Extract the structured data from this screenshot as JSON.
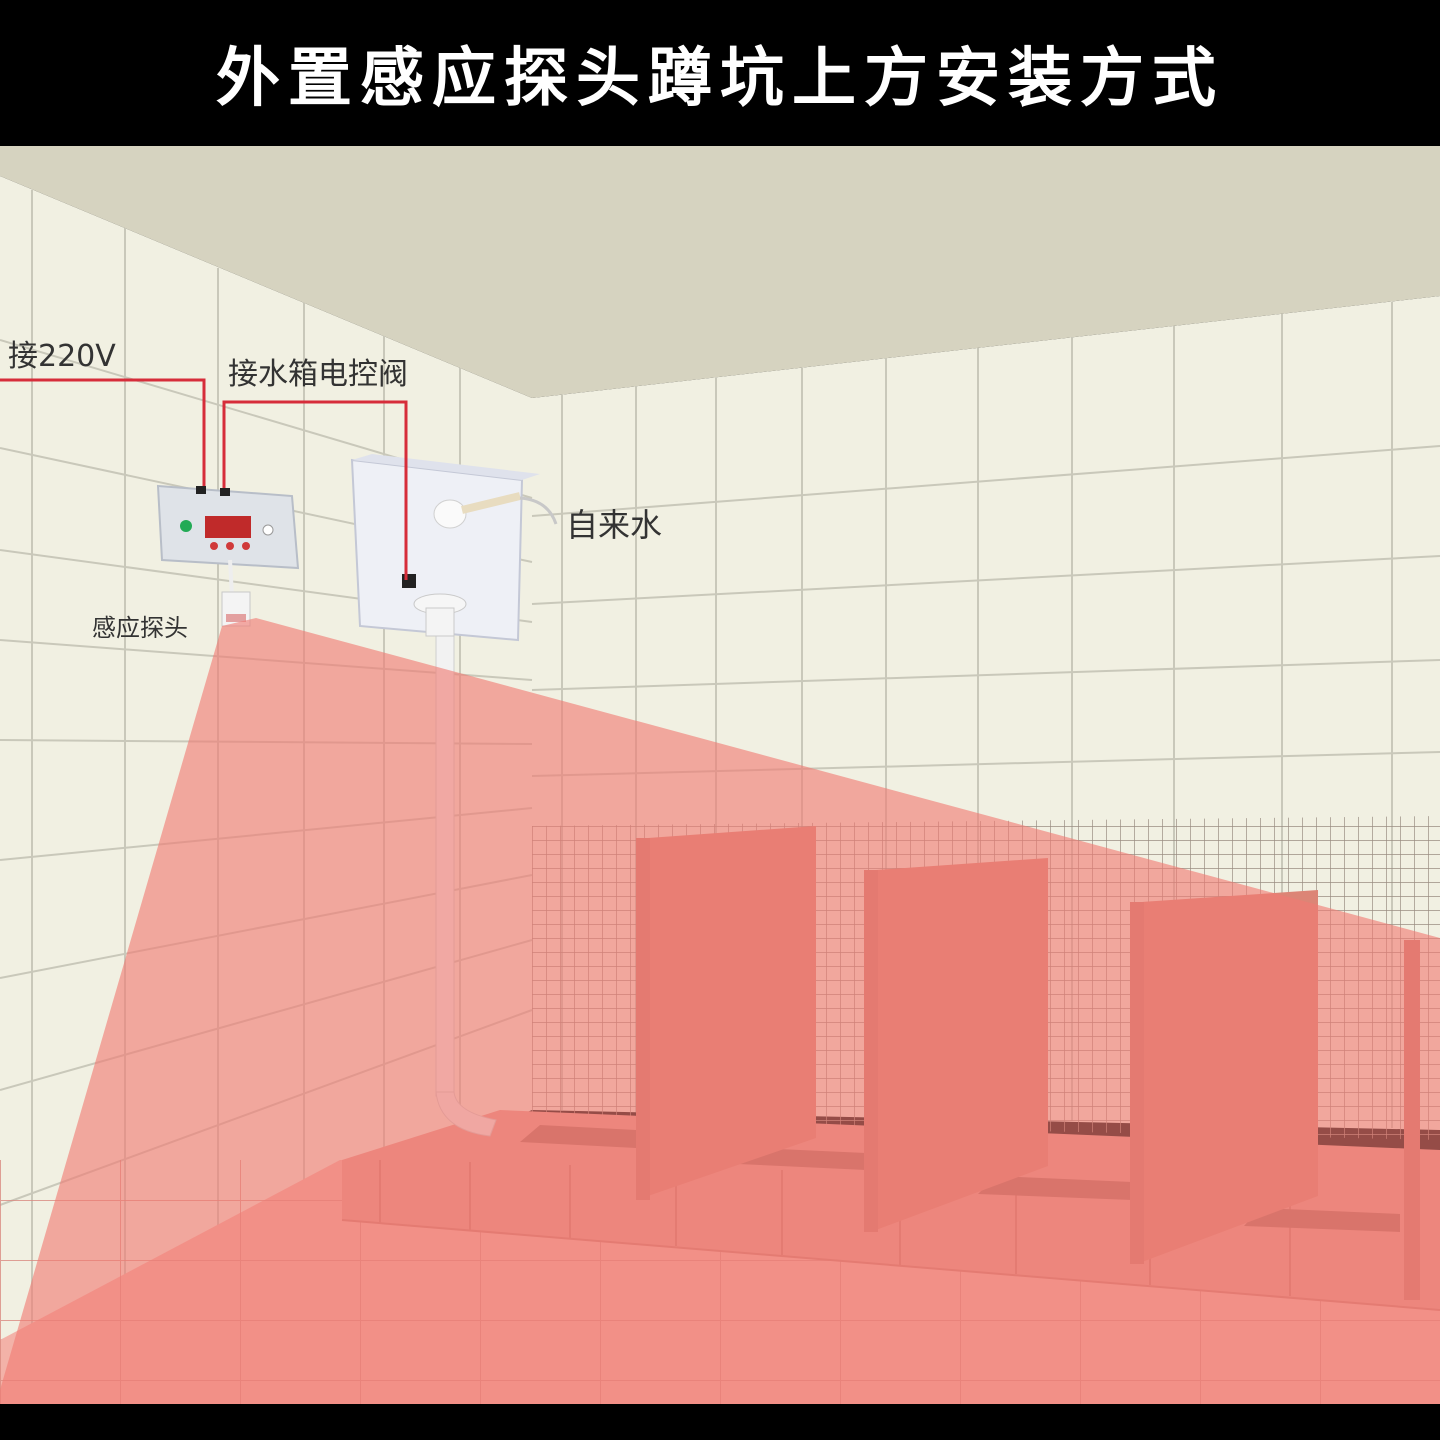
{
  "title": "外置感应探头蹲坑上方安装方式",
  "labels": {
    "power": "接220V",
    "valve": "接水箱电控阀",
    "water": "自来水",
    "probe": "感应探头"
  },
  "colors": {
    "ceiling": "#d6d3c0",
    "wall": "#f1f0e2",
    "grout": "#c9c8ba",
    "sensor_field": "#f07a72",
    "wire": "#d62d3a",
    "partition": "#dc8576",
    "title_bg": "#000000",
    "title_text": "#ffffff"
  },
  "icons": {
    "controller": "control-box-icon",
    "tank": "water-tank-icon",
    "probe": "sensor-probe-icon"
  }
}
